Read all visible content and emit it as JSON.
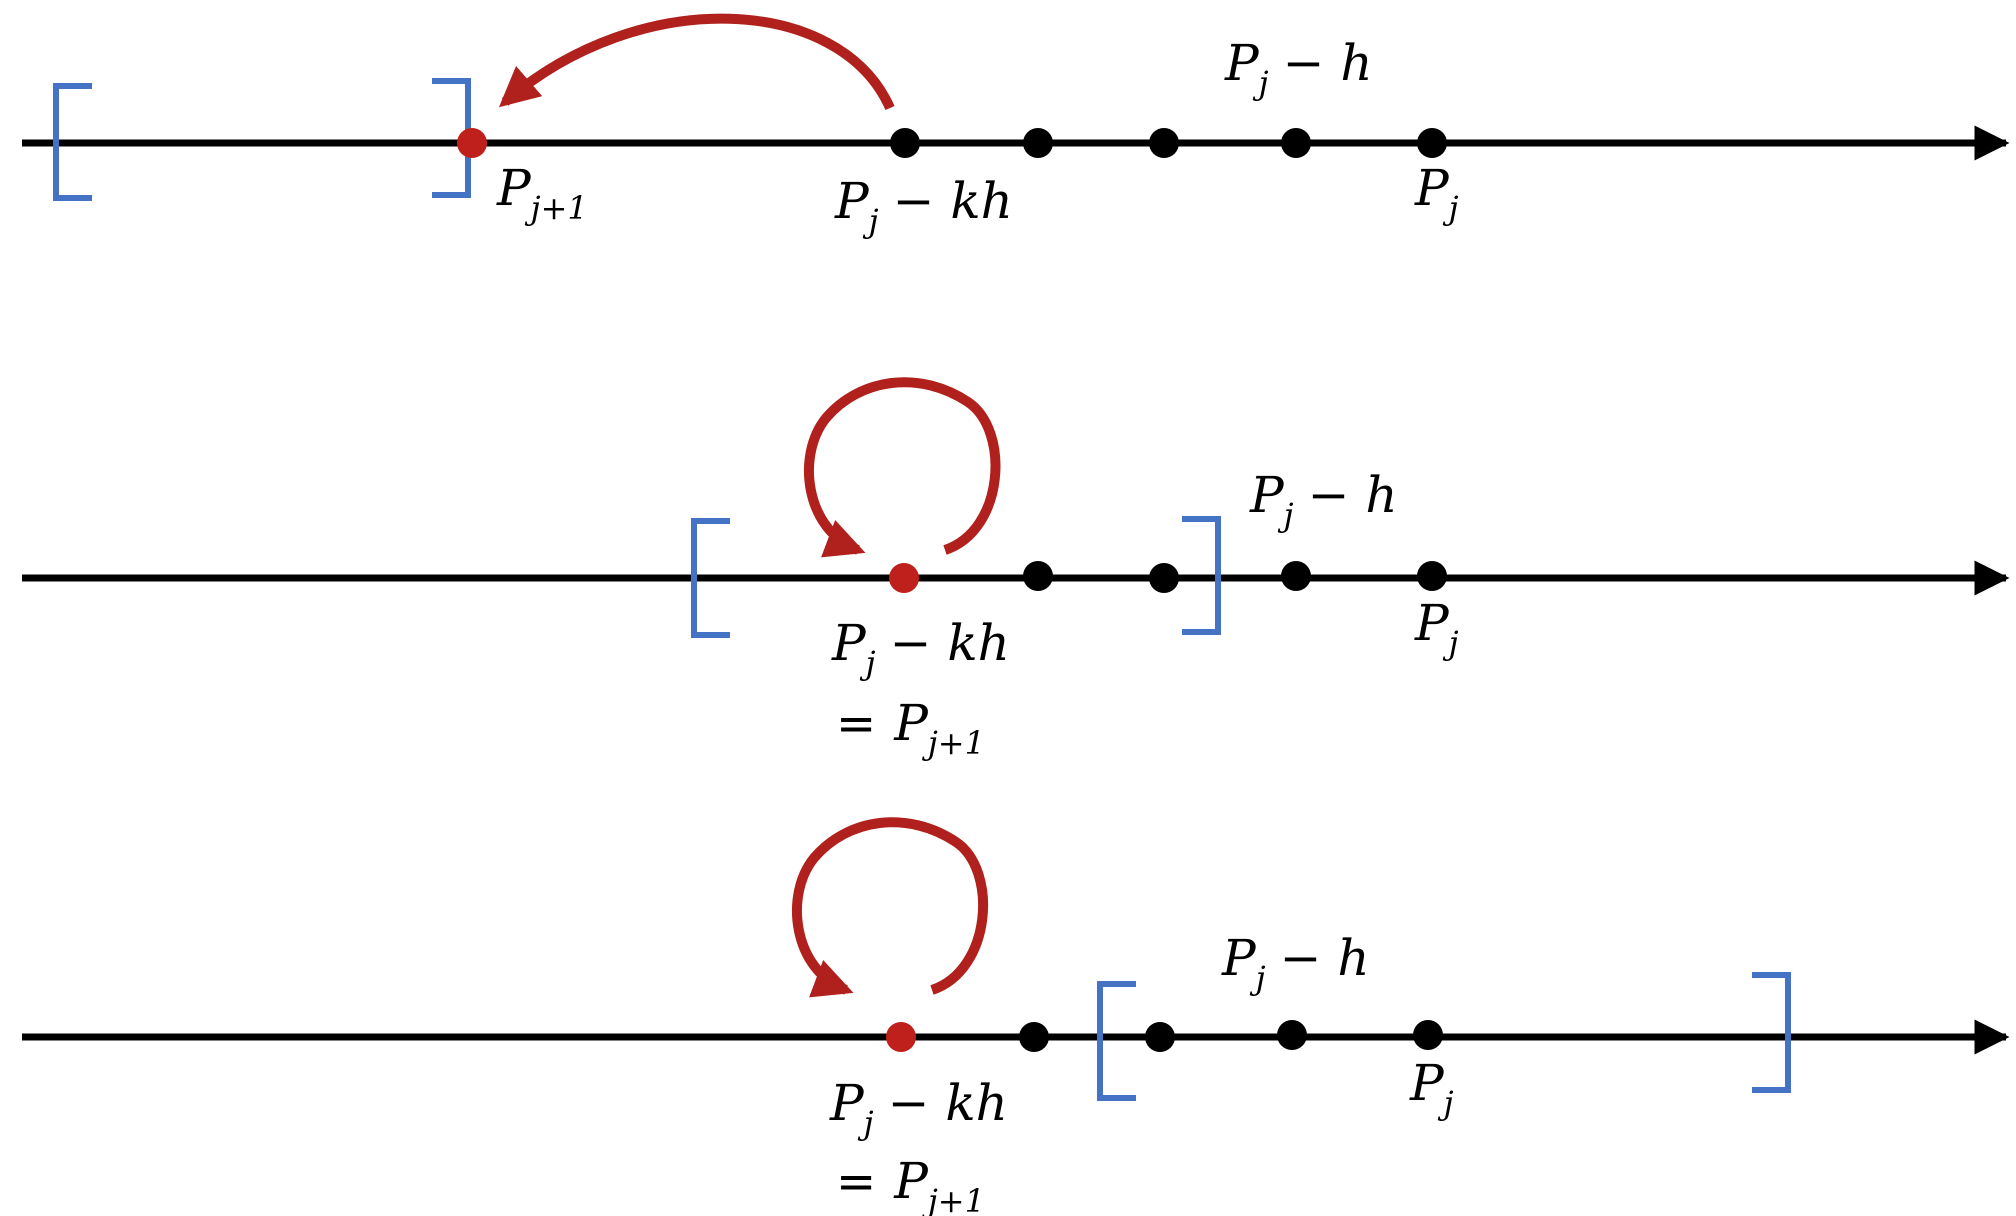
{
  "colors": {
    "axis": "#000000",
    "grid_point": "#000000",
    "selected_point": "#c0201c",
    "bracket": "#4472c4",
    "arrow": "#b0201c"
  },
  "icons": {
    "axis_head": "arrowhead-right-icon",
    "jump_arrow": "curved-arrow-left-icon",
    "stay_arrow": "loop-arrow-icon"
  },
  "labels": {
    "P": "P",
    "j": "j",
    "j_plus_1": "j+1",
    "minus_h": "− h",
    "minus_kh": "− kh",
    "equals": "="
  }
}
